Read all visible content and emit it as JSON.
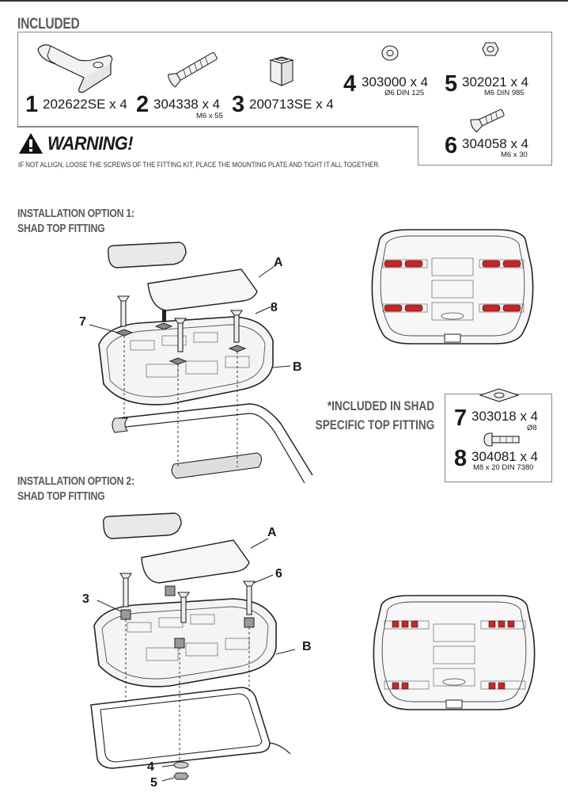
{
  "included": {
    "heading": "INCLUDED",
    "items": [
      {
        "number": "1",
        "code": "202622SE x 4",
        "spec": ""
      },
      {
        "number": "2",
        "code": "304338 x 4",
        "spec": "M6 x 55"
      },
      {
        "number": "3",
        "code": "200713SE x 4",
        "spec": ""
      },
      {
        "number": "4",
        "code": "303000 x 4",
        "spec": "Ø6 DIN 125"
      },
      {
        "number": "5",
        "code": "302021 x 4",
        "spec": "M6 DIN 985"
      },
      {
        "number": "6",
        "code": "304058 x 4",
        "spec": "M6 x 30"
      }
    ]
  },
  "warning": {
    "title": "WARNING!",
    "text": "IF NOT ALLIGN, LOOSE THE SCREWS OF THE FITTING KIT, PLACE THE MOUNTING PLATE AND TIGHT IT ALL TOGETHER."
  },
  "option1": {
    "heading_line1": "INSTALLATION OPTION 1:",
    "heading_line2": "SHAD TOP FITTING",
    "callouts": {
      "a": "A",
      "b": "B",
      "seven": "7",
      "eight": "8"
    }
  },
  "option2": {
    "heading_line1": "INSTALLATION OPTION 2:",
    "heading_line2": "SHAD TOP FITTING",
    "callouts": {
      "a": "A",
      "b": "B",
      "three": "3",
      "six": "6",
      "four": "4",
      "five": "5"
    }
  },
  "shad_specific": {
    "note_line1": "*INCLUDED IN SHAD",
    "note_line2": "SPECIFIC TOP FITTING",
    "items": [
      {
        "number": "7",
        "code": "303018 x 4",
        "spec": "Ø8"
      },
      {
        "number": "8",
        "code": "304081 x 4",
        "spec": "M8 x 20 DIN 7380"
      }
    ]
  },
  "colors": {
    "highlight": "#d42020",
    "heading": "#5a5a5a",
    "frame": "#888888"
  }
}
